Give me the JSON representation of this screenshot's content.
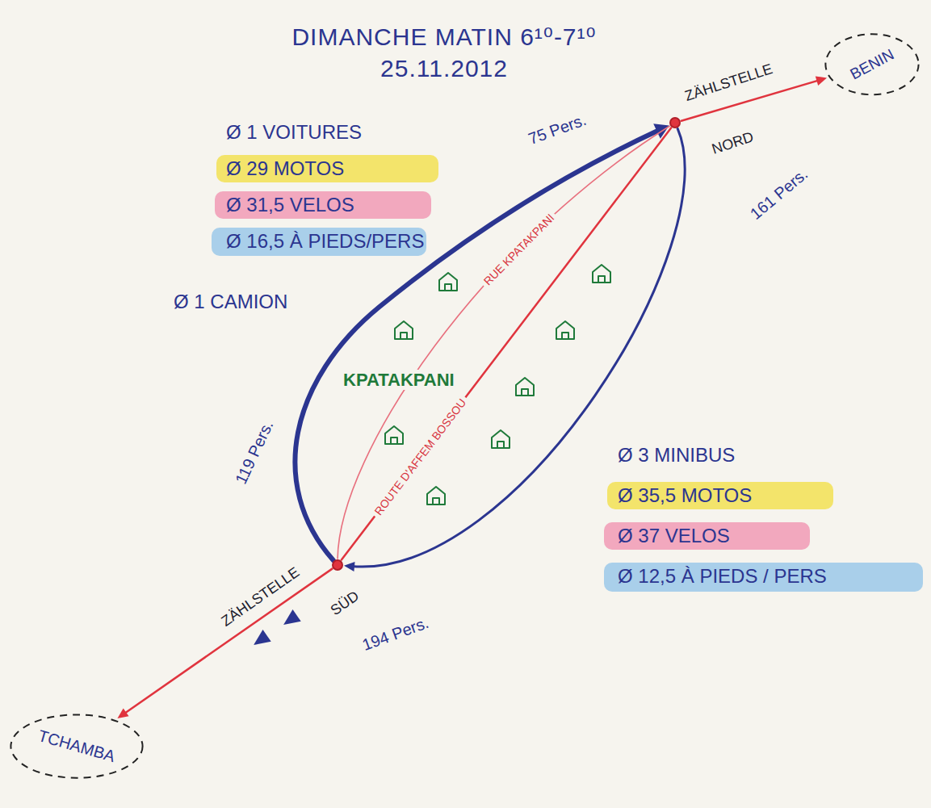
{
  "diagram": {
    "title": "DIMANCHE MATIN 6¹⁰-7¹⁰ 25.11.2012",
    "nodes": [
      {
        "text": [
          "BENIN"
        ]
      },
      {
        "text": [
          "ZÄHLSTELLE",
          "NORD"
        ]
      },
      {
        "text": [
          "ZÄHLSTELLE",
          "SÜD"
        ]
      },
      {
        "text": [
          "TCHAMBA"
        ]
      }
    ],
    "edges": [
      {
        "from": 1,
        "to": 0,
        "arrow": "to"
      },
      {
        "from": 2,
        "to": 1,
        "label": "ROUTE D'AFFEM BOSSOU",
        "arrow": "none"
      },
      {
        "from": 2,
        "to": 3,
        "arrow": "to"
      },
      {
        "from": 2,
        "to": 1,
        "arrow": "to"
      },
      {
        "from": 1,
        "to": 2,
        "arrow": "to"
      },
      {
        "from": 2,
        "to": 1,
        "label": "RUE KPATAKPANI",
        "arrow": "none"
      }
    ],
    "labels": [
      "Ø 1 VOITURES",
      "Ø 29 MOTOS",
      "Ø 31,5 VELOS",
      "Ø 16,5 À PIEDS/PERS",
      "Ø 1 CAMION",
      "75 Pers.",
      "161 Pers.",
      "119 Pers.",
      "KPATAKPANI",
      "Ø 3 MINIBUS",
      "Ø 35,5 MOTOS",
      "Ø 37 VELOS",
      "Ø 12,5 À PIEDS / PERS",
      "194 Pers."
    ]
  }
}
